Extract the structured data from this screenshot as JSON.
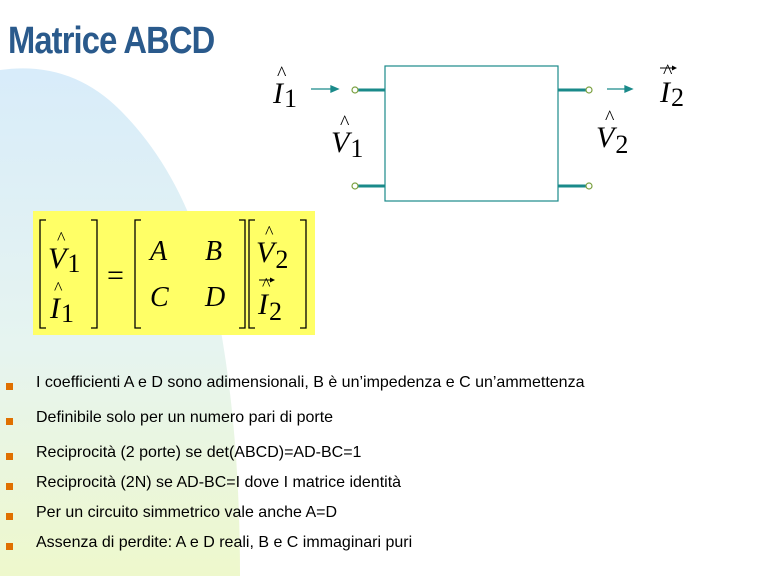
{
  "title": "Matrice ABCD",
  "diagram": {
    "port1_current": "I",
    "port1_current_sub": "1",
    "port1_voltage": "V",
    "port1_voltage_sub": "1",
    "port2_current": "I",
    "port2_current_sub": "2",
    "port2_voltage": "V",
    "port2_voltage_sub": "2"
  },
  "equation": {
    "lhs_top": "V",
    "lhs_top_sub": "1",
    "lhs_bottom": "I",
    "lhs_bottom_sub": "1",
    "equals": "=",
    "a": "A",
    "b": "B",
    "c": "C",
    "d": "D",
    "rhs_top": "V",
    "rhs_top_sub": "2",
    "rhs_bottom": "I",
    "rhs_bottom_sub": "2"
  },
  "bullets": [
    "I coefficienti A e D sono adimensionali, B è un’impedenza e C un’ammettenza",
    "Definibile solo per un numero pari di porte",
    "Reciprocità (2 porte) se det(ABCD)=AD-BC=1",
    "Reciprocità (2N) se AD-BC=I dove I matrice identità",
    "Per un circuito simmetrico vale anche A=D",
    "Assenza di perdite: A e D reali, B e C immaginari puri"
  ],
  "colors": {
    "title": "#2a5a8c",
    "bullet": "#e07000",
    "highlight": "#ffff66",
    "port_line": "#1a8a8a",
    "bg_shape_light": "#dff0fb",
    "bg_shape_green": "#e8f8c8"
  }
}
